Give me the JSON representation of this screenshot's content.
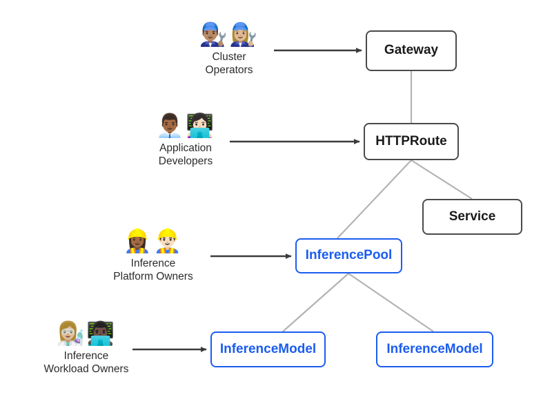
{
  "diagram": {
    "title": "Gateway API Inference Extension personas and resources",
    "background_color": "#ffffff",
    "colors": {
      "gray_node_border": "#4a4a4a",
      "gray_node_text": "#1a1a1a",
      "blue_node_border": "#1a5cf0",
      "blue_node_text": "#1a5cf0",
      "connector": "#b3b3b3",
      "arrow": "#3b3b3b",
      "persona_text": "#2b2b2b"
    }
  },
  "personas": [
    {
      "id": "cluster-operators",
      "emojis": "👨🏽‍🔧👩🏼‍🔧",
      "icon_names": [
        "man-mechanic-icon",
        "woman-mechanic-icon"
      ],
      "label": "Cluster\nOperators",
      "targets": "Gateway"
    },
    {
      "id": "application-developers",
      "emojis": "👨🏾‍💼👩🏻‍💻",
      "icon_names": [
        "man-office-worker-icon",
        "woman-technologist-icon"
      ],
      "label": "Application\nDevelopers",
      "targets": "HTTPRoute"
    },
    {
      "id": "inference-platform-owners",
      "emojis": "👷🏾‍♀️👷🏻‍♂️",
      "icon_names": [
        "woman-construction-worker-icon",
        "man-construction-worker-icon"
      ],
      "label": "Inference\nPlatform Owners",
      "targets": "InferencePool"
    },
    {
      "id": "inference-workload-owners",
      "emojis": "👩🏼‍🔬👨🏿‍💻",
      "icon_names": [
        "woman-scientist-icon",
        "man-technologist-icon"
      ],
      "label": "Inference\nWorkload Owners",
      "targets": "InferenceModel"
    }
  ],
  "nodes": [
    {
      "id": "gateway",
      "label": "Gateway",
      "style": "gray"
    },
    {
      "id": "httproute",
      "label": "HTTPRoute",
      "style": "gray"
    },
    {
      "id": "service",
      "label": "Service",
      "style": "gray"
    },
    {
      "id": "inferencepool",
      "label": "InferencePool",
      "style": "blue"
    },
    {
      "id": "inferencemodel-left",
      "label": "InferenceModel",
      "style": "blue"
    },
    {
      "id": "inferencemodel-right",
      "label": "InferenceModel",
      "style": "blue"
    }
  ],
  "connections": [
    {
      "from": "gateway",
      "to": "httproute"
    },
    {
      "from": "httproute",
      "to": "service"
    },
    {
      "from": "httproute",
      "to": "inferencepool"
    },
    {
      "from": "inferencepool",
      "to": "inferencemodel-left"
    },
    {
      "from": "inferencepool",
      "to": "inferencemodel-right"
    }
  ]
}
